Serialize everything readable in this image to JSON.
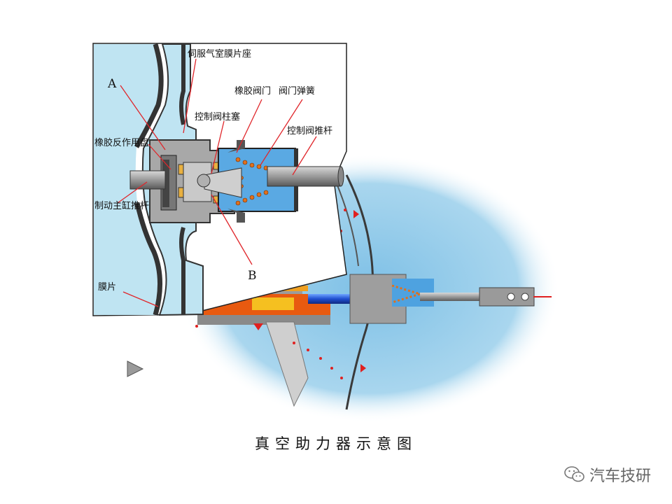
{
  "labels": {
    "diaphragm_seat": "伺服气室膜片座",
    "letter_a": "A",
    "rubber_valve": "橡胶阀门",
    "valve_spring": "阀门弹簧",
    "plunger": "控制阀柱塞",
    "push_rod": "控制阀推杆",
    "reaction_disc": "橡胶反作用盘",
    "master_rod": "制动主缸推杆",
    "letter_b": "B",
    "diaphragm": "膜片"
  },
  "caption": "真空助力器示意图",
  "watermark": {
    "text": "汽车技研",
    "icon": "wechat-icon"
  },
  "controls": {
    "play_icon": "play-triangle-icon"
  },
  "colors": {
    "chamber_blue": "#bfe4f2",
    "body_blue": "#5aa9e3",
    "housing_gray": "#a8a8a8",
    "spring_orange": "#e0701c",
    "hydraulic_orange": "#e85a10",
    "arrow_red": "#e02020"
  }
}
